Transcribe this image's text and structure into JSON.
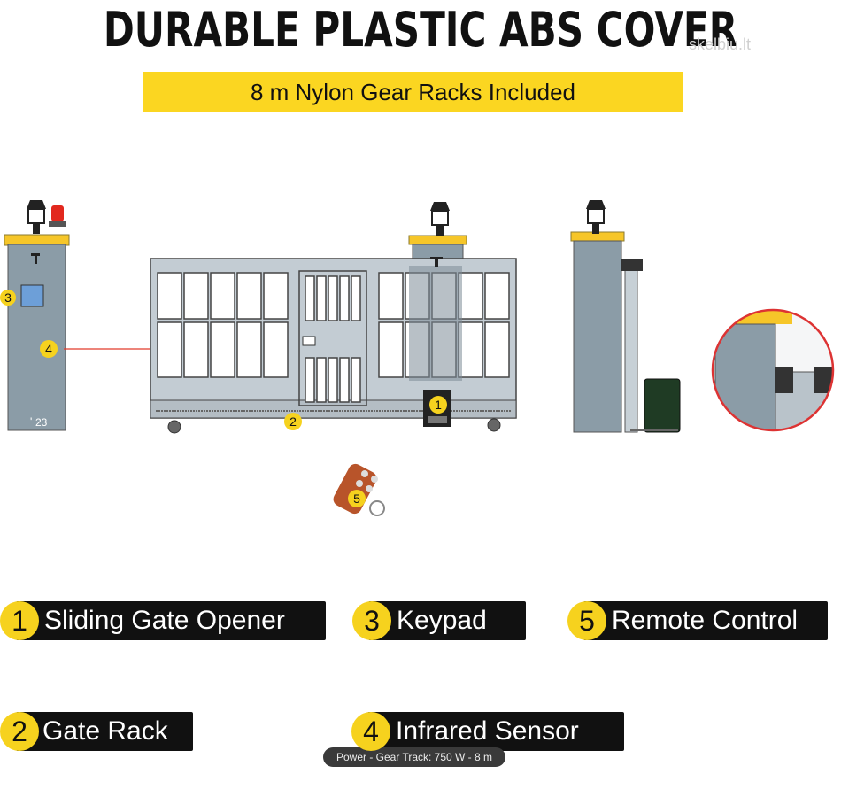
{
  "header": {
    "title": "DURABLE PLASTIC ABS COVER",
    "subtitle": "8 m Nylon Gear Racks Included",
    "watermark": "skelbiu.lt"
  },
  "callouts": {
    "post_number": "23",
    "markers": [
      "1",
      "2",
      "3",
      "4",
      "5"
    ]
  },
  "legend": {
    "items": [
      {
        "number": "1",
        "label": "Sliding Gate Opener"
      },
      {
        "number": "3",
        "label": "Keypad"
      },
      {
        "number": "5",
        "label": "Remote Control"
      },
      {
        "number": "2",
        "label": "Gate Rack"
      },
      {
        "number": "4",
        "label": "Infrared Sensor"
      }
    ]
  },
  "tooltip": {
    "text": "Power - Gear Track: 750 W - 8 m"
  },
  "colors": {
    "accent_yellow": "#fbd621",
    "gate_gray": "#c3ccd3",
    "post_gray": "#8b9ca7",
    "laser_red": "#e23a2a"
  }
}
